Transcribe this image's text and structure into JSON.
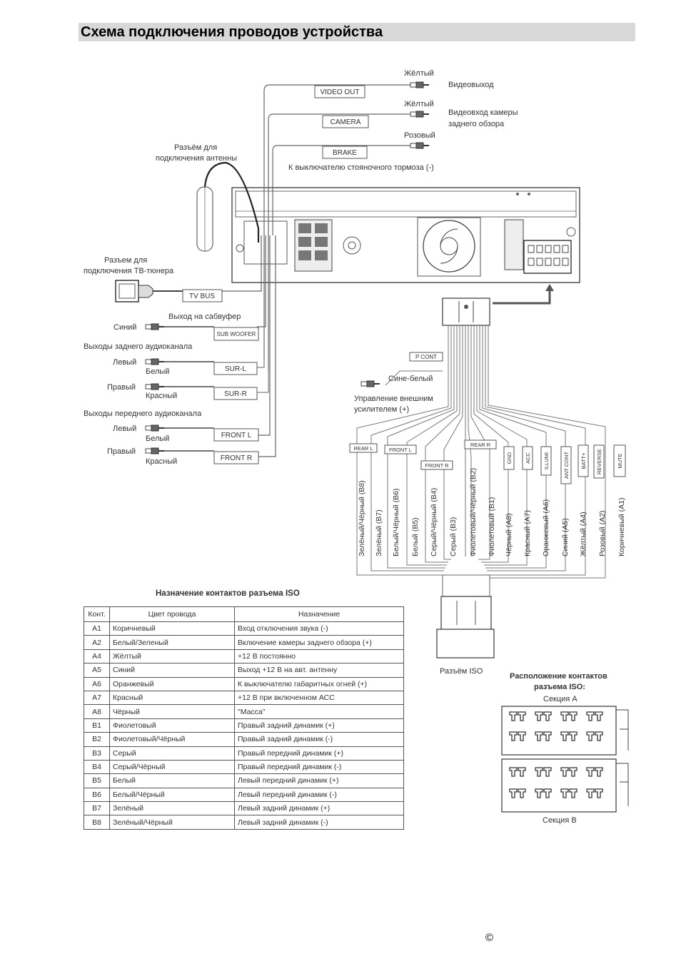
{
  "page": {
    "title": "Схема подключения проводов устройства",
    "copyright": "©"
  },
  "top_connectors": [
    {
      "color": "Жёлтый",
      "box": "VIDEO OUT",
      "desc": "Видеовыход"
    },
    {
      "color": "Жёлтый",
      "box": "CAMERA",
      "desc_line1": "Видеовход камеры",
      "desc_line2": "заднего обзора"
    },
    {
      "color": "Розовый",
      "box": "BRAKE",
      "desc": "К выключателю стояночного тормоза (-)"
    }
  ],
  "antenna_label": [
    "Разъём для",
    "подключения антенны"
  ],
  "tv_label": [
    "Разъем для",
    "подключения ТВ-тюнера"
  ],
  "tv_box": "TV BUS",
  "subwoofer": {
    "heading": "Выход на сабвуфер",
    "color": "Синий",
    "box": "SUB WOOFER"
  },
  "rear_audio": {
    "heading": "Выходы заднего аудиоканала",
    "left_label": "Левый",
    "left_color": "Белый",
    "left_box": "SUR-L",
    "right_label": "Правый",
    "right_color": "Красный",
    "right_box": "SUR-R"
  },
  "front_audio": {
    "heading": "Выходы переднего аудиоканала",
    "left_label": "Левый",
    "left_color": "Белый",
    "left_box": "FRONT L",
    "right_label": "Правый",
    "right_color": "Красный",
    "right_box": "FRONT R"
  },
  "pcont": {
    "box": "P CONT",
    "color": "Сине-белый",
    "desc_line1": "Управление внешним",
    "desc_line2": "усилителем (+)"
  },
  "harness_groups": [
    "REAR L",
    "FRONT L",
    "FRONT R",
    "REAR R",
    "GND",
    "ACC",
    "ILLUMI",
    "ANT CONT",
    "BATT+",
    "REVERSE",
    "MUTE"
  ],
  "harness_wires": [
    "Зелёный/Чёрный (B8)",
    "Зелёный (B7)",
    "Белый/Чёрный (B6)",
    "Белый (B5)",
    "Серый/Чёрный (B4)",
    "Серый (B3)",
    "Фиолетовый/Чёрный (B2)",
    "Фиолетовый (B1)",
    "Чёрный (A8)",
    "Красный (A7)",
    "Оранжевый (A6)",
    "Синий (A5)",
    "Жёлтый (A4)",
    "Розовый (A2)",
    "Коричневый (A1)"
  ],
  "iso_label": "Разъём ISO",
  "iso_table": {
    "title": "Назначение контактов разъема ISO",
    "headers": [
      "Конт.",
      "Цвет провода",
      "Назначение"
    ],
    "rows": [
      [
        "A1",
        "Коричневый",
        "Вход отключения звука (-)"
      ],
      [
        "A2",
        "Белый/Зеленый",
        "Включение камеры заднего обзора (+)"
      ],
      [
        "A4",
        "Жёлтый",
        "+12 В постоянно"
      ],
      [
        "A5",
        "Синий",
        "Выход +12 В на авт. антенну"
      ],
      [
        "A6",
        "Оранжевый",
        "К выключателю габаритных огней (+)"
      ],
      [
        "A7",
        "Красный",
        "+12 В при включенном АСС"
      ],
      [
        "A8",
        "Чёрный",
        "\"Масса\""
      ],
      [
        "B1",
        "Фиолетовый",
        "Правый задний динамик (+)"
      ],
      [
        "B2",
        "Фиолетовый/Чёрный",
        "Правый задний динамик (-)"
      ],
      [
        "B3",
        "Серый",
        "Правый передний динамик (+)"
      ],
      [
        "B4",
        "Серый/Чёрный",
        "Правый передний динамик (-)"
      ],
      [
        "B5",
        "Белый",
        "Левый передний динамик (+)"
      ],
      [
        "B6",
        "Белый/Чёрный",
        "Левый передний динамик (-)"
      ],
      [
        "B7",
        "Зелёный",
        "Левый задний динамик (+)"
      ],
      [
        "B8",
        "Зелёный/Чёрный",
        "Левый задний динамик (-)"
      ]
    ]
  },
  "iso_layout": {
    "title_line1": "Расположение контактов",
    "title_line2": "разъема ISO:",
    "section_a": "Секция А",
    "section_b": "Секция В"
  }
}
